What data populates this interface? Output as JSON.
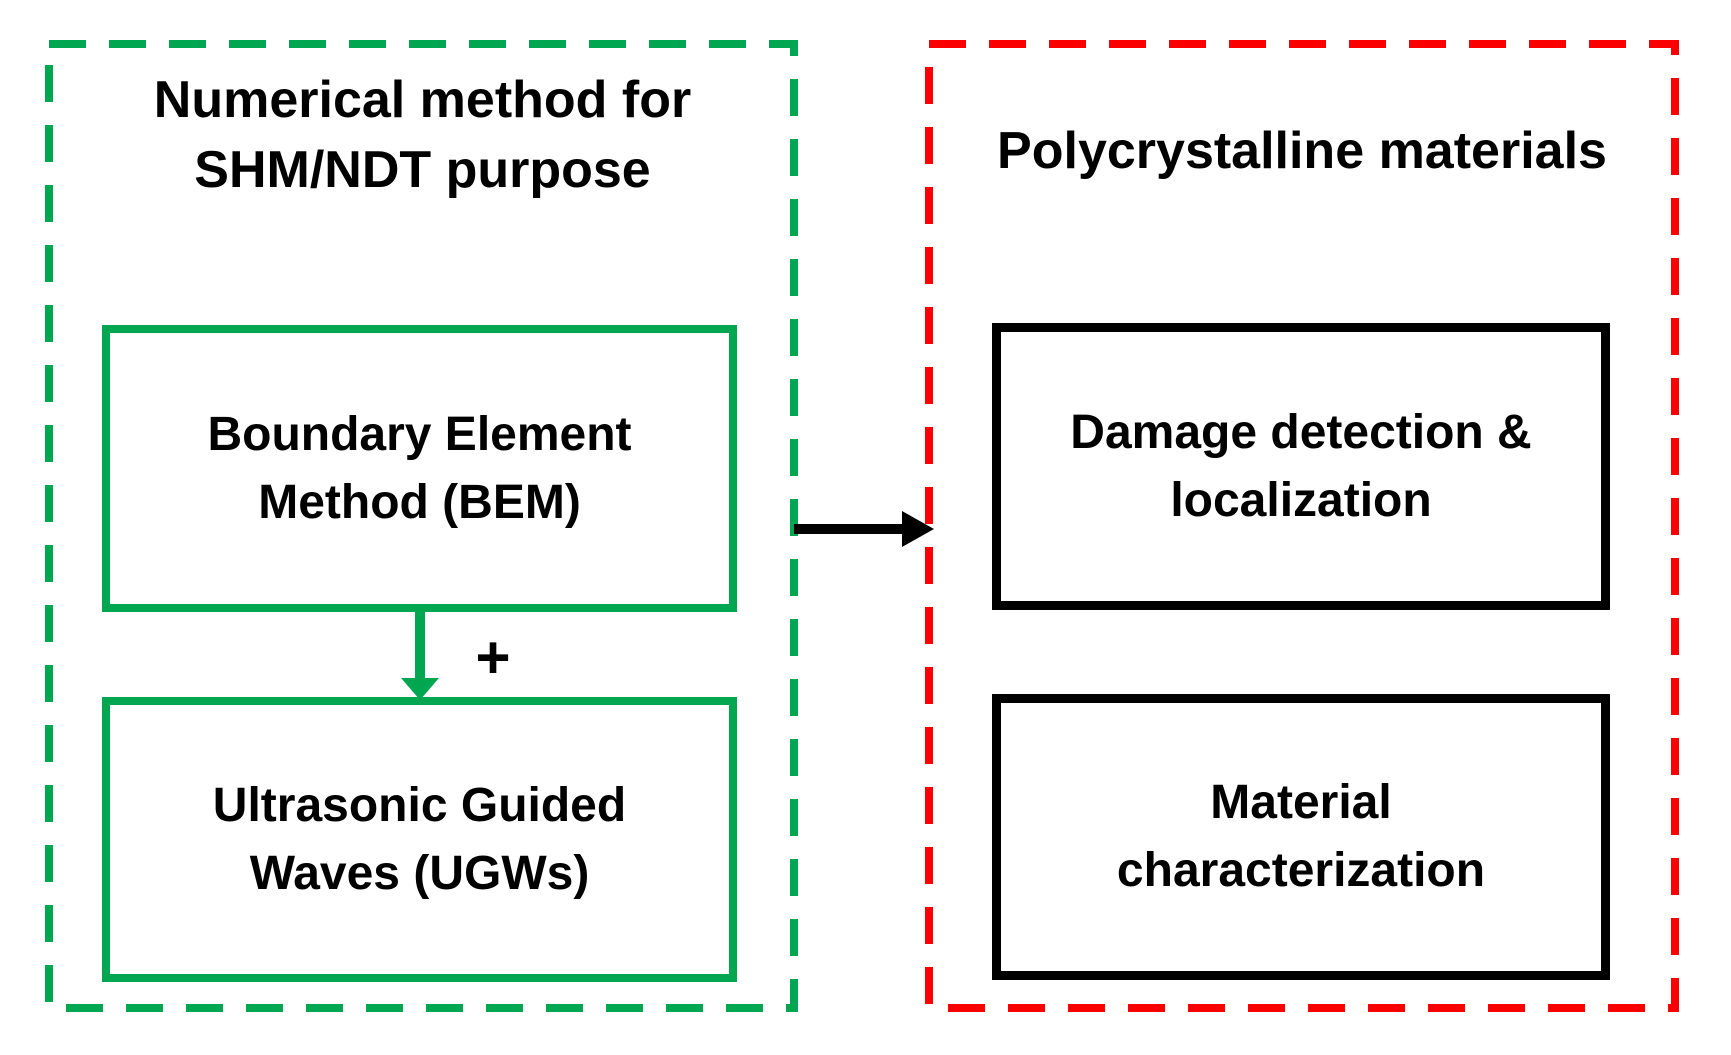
{
  "figure": {
    "type": "flow-diagram",
    "left_panel": {
      "title_line1": "Numerical method for",
      "title_line2": "SHM/NDT purpose",
      "border_style": "dashed",
      "boxes": [
        {
          "line1": "Boundary Element",
          "line2": "Method (BEM)"
        },
        {
          "line1": "Ultrasonic Guided",
          "line2": "Waves (UGWs)"
        }
      ],
      "connector_label": "+"
    },
    "right_panel": {
      "title": "Polycrystalline materials",
      "border_style": "dashed",
      "boxes": [
        {
          "line1": "Damage detection &",
          "line2": "localization"
        },
        {
          "line1": "Material",
          "line2": "characterization"
        }
      ]
    }
  },
  "colors": {
    "green": "#00A650",
    "red": "#FB0000",
    "black": "#000000",
    "background": "#FFFFFF",
    "text": "#000000"
  }
}
